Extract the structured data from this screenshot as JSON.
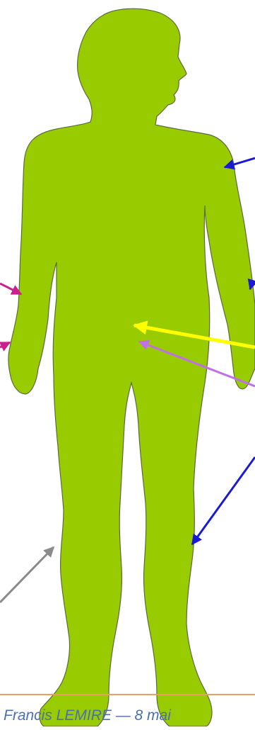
{
  "footer": {
    "text": "Francis LEMIRE — 8 mai"
  },
  "colors": {
    "body_fill": "#99cc00",
    "body_outline": "#5a6a40",
    "footer_line": "#e8a060",
    "footer_text": "#4a6fb5",
    "arrow_blue": "#1a1ad6",
    "arrow_magenta": "#cc1f8f",
    "arrow_yellow": "#ffff00",
    "arrow_violet": "#c070e8",
    "arrow_gray": "#8a8a8a"
  },
  "arrows": [
    {
      "name": "arrow-shoulder",
      "color": "arrow_blue"
    },
    {
      "name": "arrow-forearm-right",
      "color": "arrow_blue"
    },
    {
      "name": "arrow-forearm-left-upper",
      "color": "arrow_magenta"
    },
    {
      "name": "arrow-forearm-left-lower",
      "color": "arrow_magenta"
    },
    {
      "name": "arrow-abdomen-yellow",
      "color": "arrow_yellow"
    },
    {
      "name": "arrow-abdomen-violet",
      "color": "arrow_violet"
    },
    {
      "name": "arrow-calf",
      "color": "arrow_blue"
    },
    {
      "name": "arrow-leg-gray",
      "color": "arrow_gray"
    }
  ]
}
